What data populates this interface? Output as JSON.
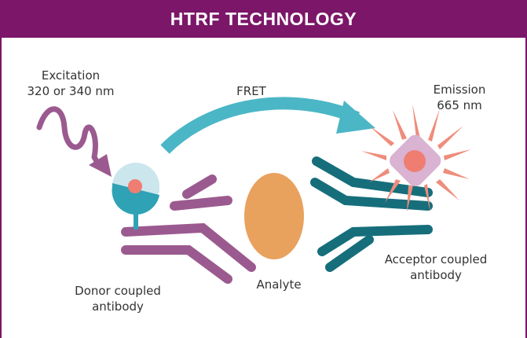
{
  "header": {
    "title": "HTRF TECHNOLOGY"
  },
  "labels": {
    "excitation": [
      "Excitation",
      "320 or 340 nm"
    ],
    "fret": "FRET",
    "emission": [
      "Emission",
      "665 nm"
    ],
    "donor": [
      "Donor coupled",
      "antibody"
    ],
    "analyte": "Analyte",
    "acceptor": [
      "Acceptor coupled",
      "antibody"
    ]
  },
  "colors": {
    "header": "#7b1668",
    "donor_antibody": "#9b5a8f",
    "acceptor_antibody": "#166e7b",
    "analyte": "#e9a15e",
    "fret_arrow": "#4bb6c6",
    "donor_label": "#2fa2b5",
    "donor_label_light": "#cbe6ec",
    "donor_center": "#ef7d72",
    "excitation_wave": "#9b5a8f",
    "emission_rays": "#ef8c7b",
    "acceptor_label": "#d9b3d1",
    "acceptor_center": "#ef7d72"
  }
}
